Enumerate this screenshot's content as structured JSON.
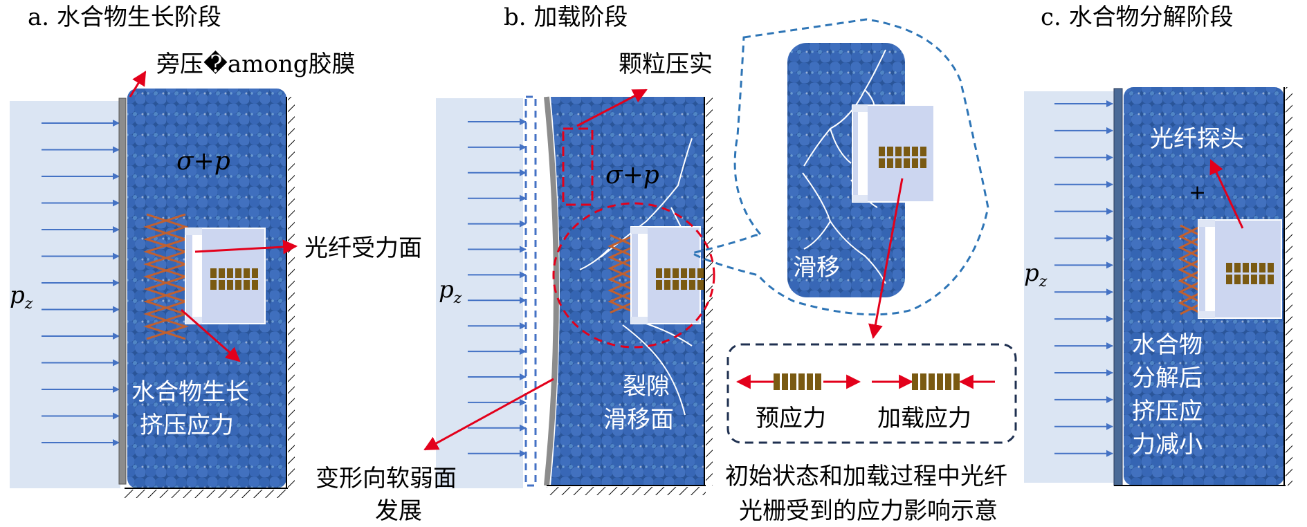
{
  "panels": {
    "a": {
      "title": "a. 水合物生长阶段",
      "membrane": "旁压�among胶膜",
      "stress_sym": "σ+p",
      "pz": "p",
      "pz_sub": "z",
      "face": "光纤受力面",
      "growth_l1": "水合物生长",
      "growth_l2": "挤压应力"
    },
    "b": {
      "title": "b. 加载阶段",
      "compact": "颗粒压实",
      "stress_sym": "σ+p",
      "pz": "p",
      "pz_sub": "z",
      "crack_l1": "裂隙",
      "crack_l2": "滑移面",
      "deform_l1": "变形向软弱面",
      "deform_l2": "发展",
      "slip": "滑移"
    },
    "c": {
      "title": "c. 水合物分解阶段",
      "probe": "光纤探头",
      "pz": "p",
      "pz_sub": "z",
      "decomp_l1": "水合物",
      "decomp_l2": "分解后",
      "decomp_l3": "挤压应",
      "decomp_l4": "力减小",
      "plus": "+"
    }
  },
  "legend": {
    "prestress": "预应力",
    "load_stress": "加载应力",
    "caption_l1": "初始状态和加载过程中光纤",
    "caption_l2": "光栅受到的应力影响示意"
  },
  "colors": {
    "sediment": "#2f5da6",
    "pressure_bg": "#dbe5f3",
    "arrow_blue": "#4472c4",
    "red": "#e3001b",
    "orange": "#c06030",
    "sensor": "#ccd6f0",
    "grating": "#7a5a12",
    "dash_blue": "#2e75b6",
    "dash_navy": "#1f3050"
  },
  "icons": {
    "sensor": "fbg-sensor-icon",
    "hatch": "fixed-wall-hatch-icon"
  }
}
